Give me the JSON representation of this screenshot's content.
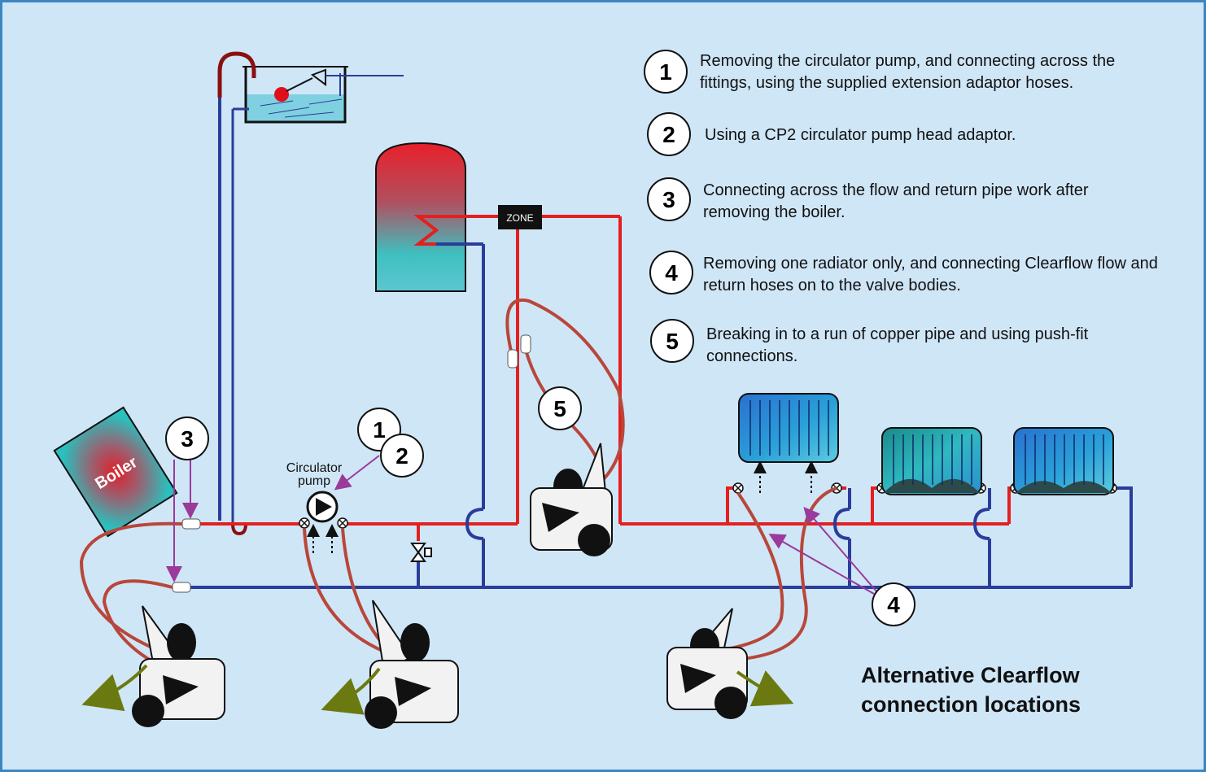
{
  "legend": [
    {
      "num": "1",
      "text": "Removing the circulator pump, and connecting across the fittings, using the supplied extension adaptor hoses."
    },
    {
      "num": "2",
      "text": "Using a CP2 circulator pump head adaptor."
    },
    {
      "num": "3",
      "text": "Connecting across the flow and return pipe work after removing the boiler."
    },
    {
      "num": "4",
      "text": "Removing one radiator only, and connecting Clearflow flow and return hoses on to the valve bodies."
    },
    {
      "num": "5",
      "text": "Breaking in to a run of copper pipe and using push-fit connections."
    }
  ],
  "labels": {
    "boiler": "Boiler",
    "zone": "ZONE",
    "pump_line1": "Circulator",
    "pump_line2": "pump"
  },
  "markers": {
    "m1": "1",
    "m2": "2",
    "m3": "3",
    "m4": "4",
    "m5": "5"
  },
  "footer": {
    "line1": "Alternative Clearflow",
    "line2": "connection locations"
  },
  "colors": {
    "flow": "#e41f1f",
    "return": "#2a3d9a",
    "hose": "#b8473a",
    "annotation": "#9a3a9a",
    "arrow_out": "#6b7a10",
    "background": "#cfe6f7"
  }
}
